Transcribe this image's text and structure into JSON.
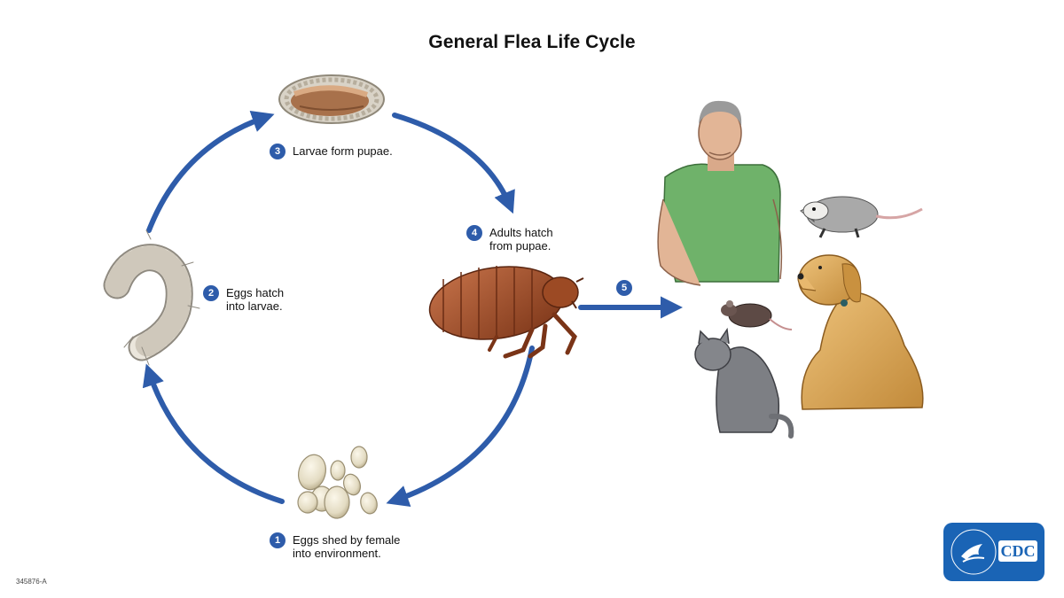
{
  "title": "General Flea Life Cycle",
  "colors": {
    "arrow": "#2e5caa",
    "badge": "#2e5caa",
    "logo_bg": "#1a64b5"
  },
  "steps": [
    {
      "number": "1",
      "lines": [
        "Eggs shed by female",
        "into environment."
      ]
    },
    {
      "number": "2",
      "lines": [
        "Eggs hatch",
        "into larvae."
      ]
    },
    {
      "number": "3",
      "lines": [
        "Larvae form pupae."
      ]
    },
    {
      "number": "4",
      "lines": [
        "Adults hatch",
        "from pupae."
      ]
    },
    {
      "number": "5",
      "lines": []
    }
  ],
  "illustrations": [
    "eggs",
    "larva",
    "pupa",
    "adult-flea",
    "human",
    "opossum",
    "dog",
    "rat",
    "cat"
  ],
  "footer_code": "345876-A",
  "logo": {
    "text": "CDC",
    "icon": "hhs-eagle-icon"
  }
}
